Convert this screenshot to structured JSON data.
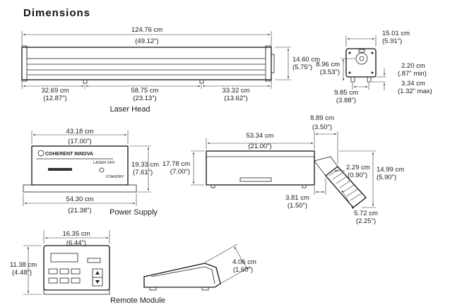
{
  "title": "Dimensions",
  "laser_head": {
    "caption": "Laser Head",
    "length_cm": "124.76 cm",
    "length_in": "(49.12\")",
    "height_cm": "14.60 cm",
    "height_in": "(5.75\")",
    "seg1_cm": "32.69 cm",
    "seg1_in": "(12.87\")",
    "seg2_cm": "58.75 cm",
    "seg2_in": "(23.13\")",
    "seg3_cm": "33.32 cm",
    "seg3_in": "(13.62\")"
  },
  "head_end": {
    "width_cm": "15.01 cm",
    "width_in": "(5.91\")",
    "beam_cm": "8.96 cm",
    "beam_in": "(3.53\")",
    "foot_min_cm": "2.20 cm",
    "foot_min_in": "(.87\" min)",
    "foot_max_cm": "3.34 cm",
    "foot_max_in": "(1.32\" max)",
    "feet_cm": "9.85 cm",
    "feet_in": "(3.88\")"
  },
  "power_supply": {
    "caption": "Power Supply",
    "brand": "COHERENT INNOVA",
    "laser_off": "LASER OFF",
    "standby": "STANDBY",
    "width_cm": "43.18 cm",
    "width_in": "(17.00\")",
    "height_cm": "19.33 cm",
    "height_in": "(7.61\")",
    "depth_cm": "54.30 cm",
    "depth_in": "(21.38\")"
  },
  "side_view": {
    "length_cm": "53.34 cm",
    "length_in": "(21.00\")",
    "height_cm": "17.78 cm",
    "height_in": "(7.00\")",
    "hose_cm": "8.89 cm",
    "hose_in": "(3.50\")",
    "drop_cm": "14.99 cm",
    "drop_in": "(5.90\")",
    "hose_dia_cm": "2.29 cm",
    "hose_dia_in": "(0.90\")",
    "offset_cm": "3.81 cm",
    "offset_in": "(1.50\")",
    "hose_len_cm": "5.72 cm",
    "hose_len_in": "(2.25\")"
  },
  "remote_module": {
    "caption": "Remote Module",
    "width_cm": "16.35 cm",
    "width_in": "(6.44\")",
    "height_cm": "11.38 cm",
    "height_in": "(4.48\")",
    "depth_cm": "4.06 cm",
    "depth_in": "(1.60\")"
  }
}
